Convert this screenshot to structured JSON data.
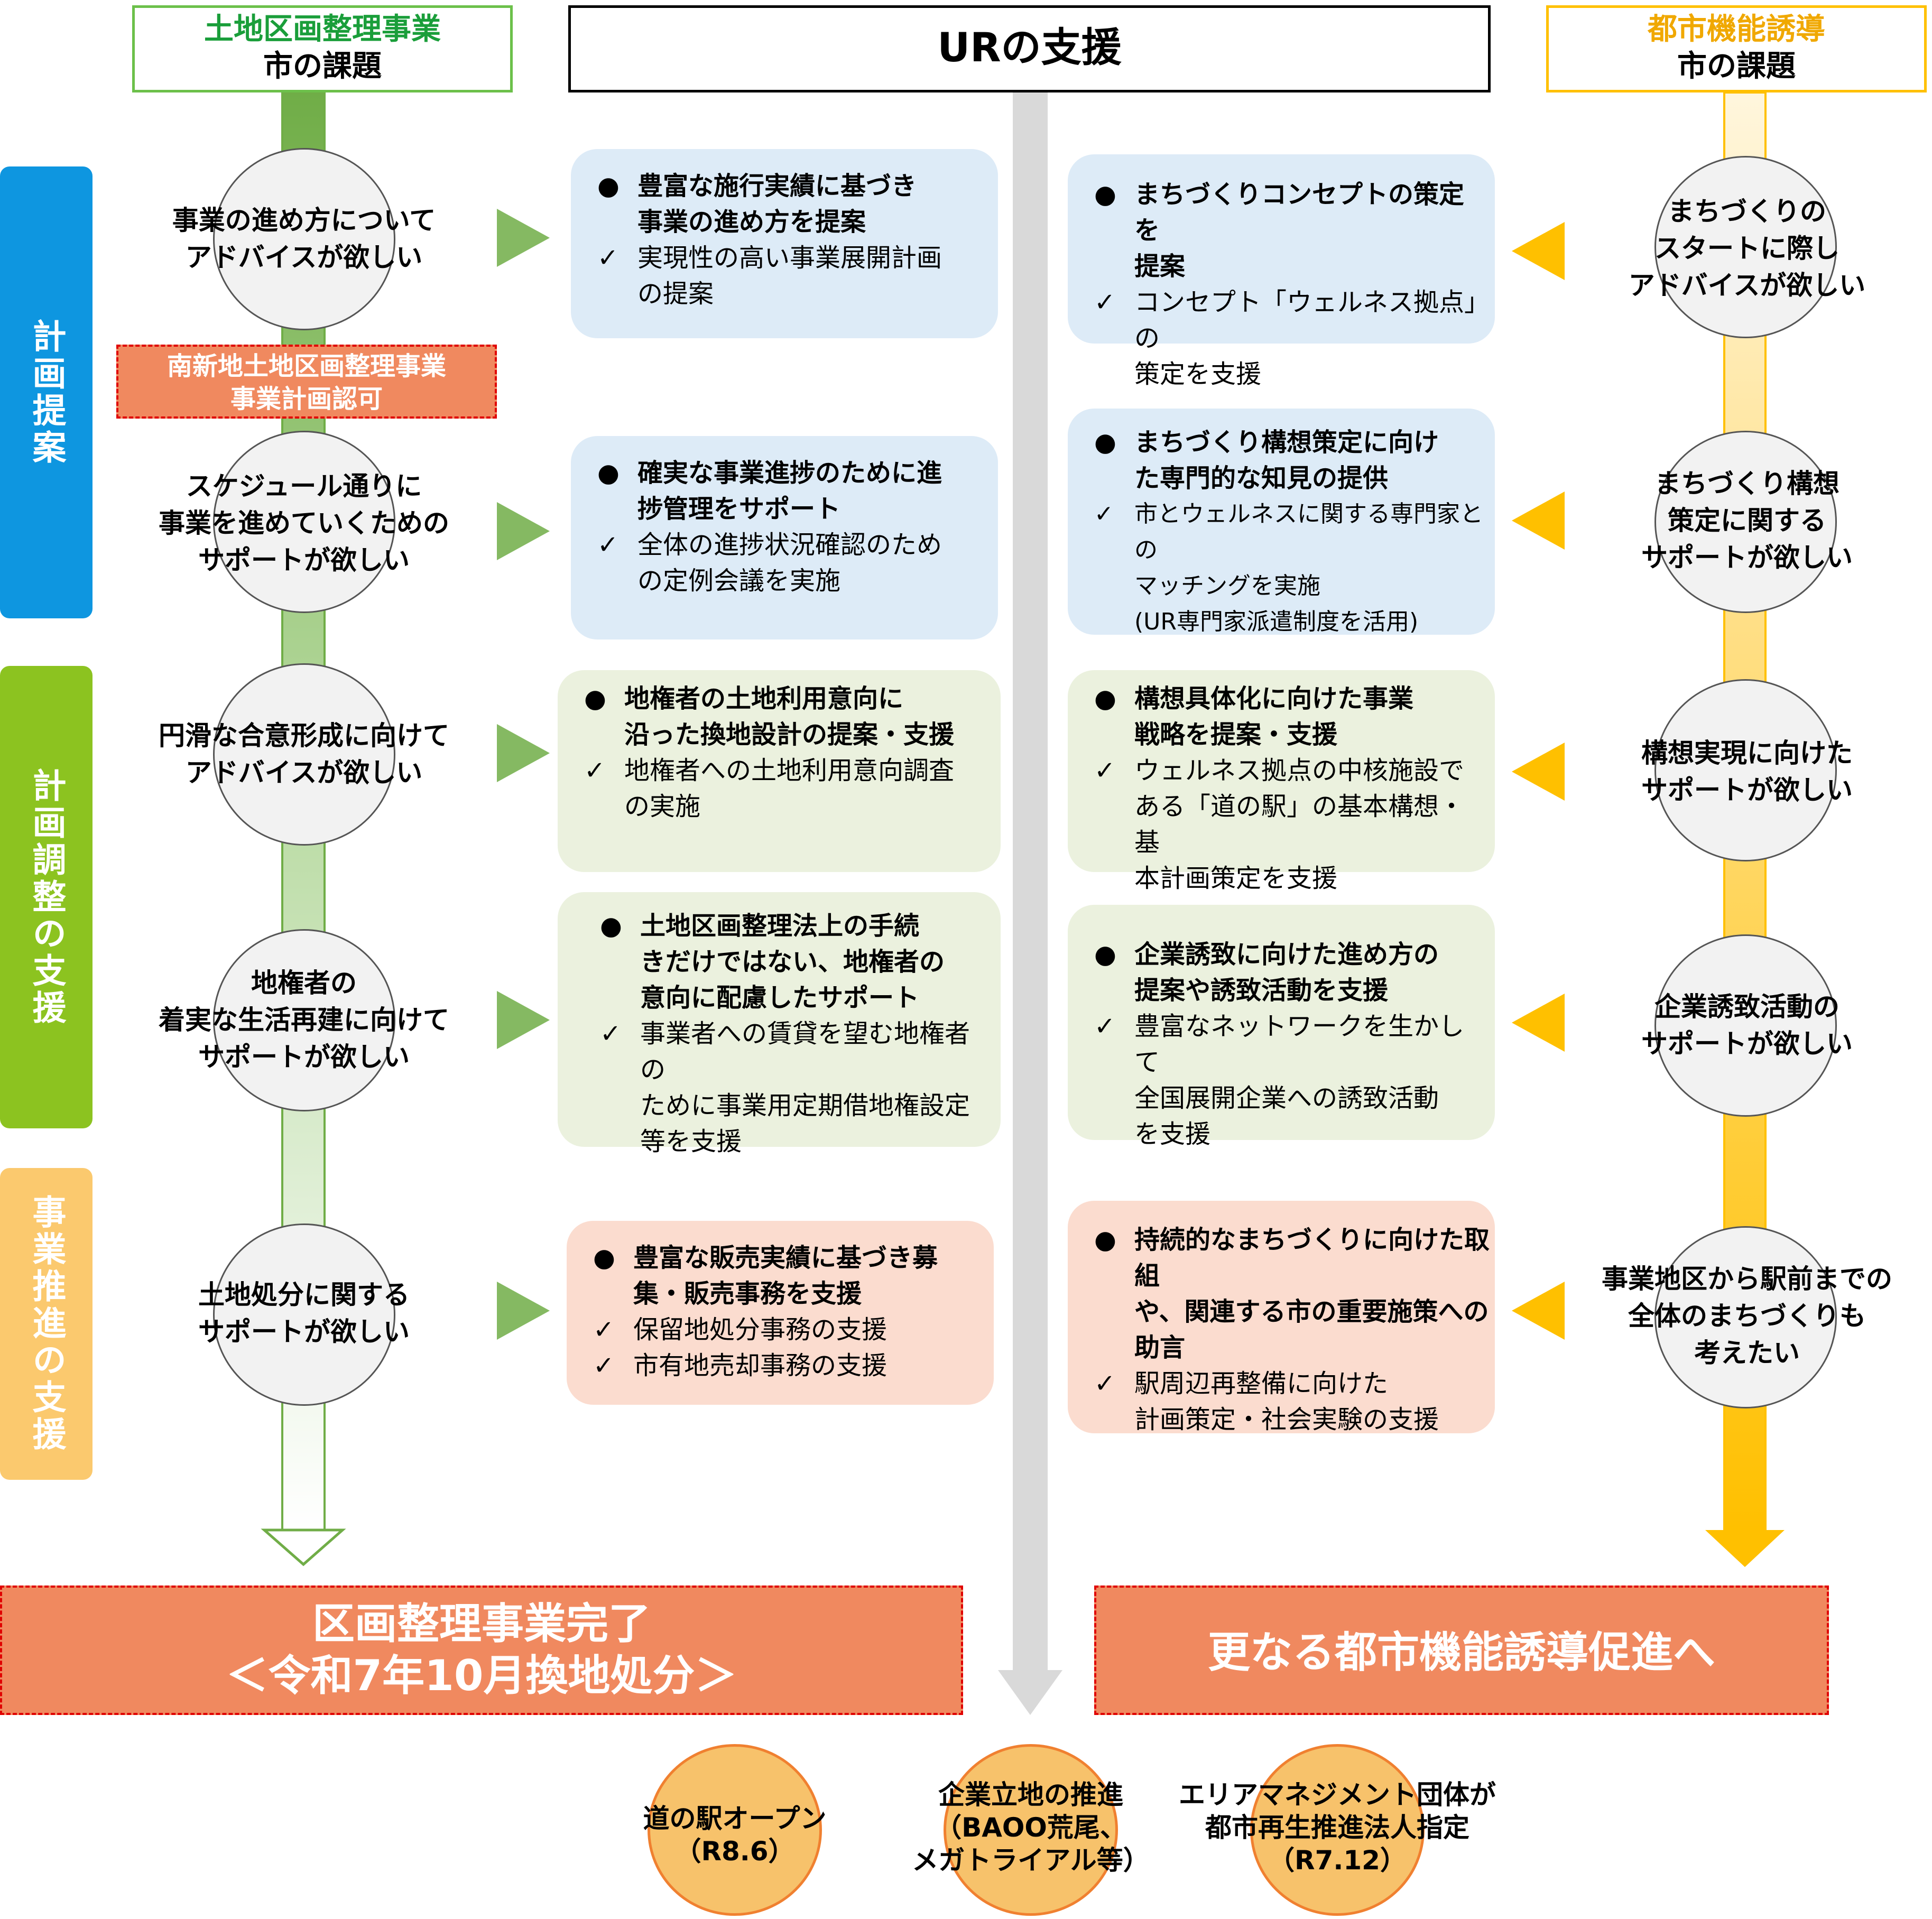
{
  "headers": {
    "left_line1": "土地区画整理事業",
    "left_line2": "市の課題",
    "center": "URの支援",
    "right_line1": "都市機能誘導",
    "right_line2": "市の課題"
  },
  "phases": [
    "計画提案",
    "計画調整の支援",
    "事業推進の支援"
  ],
  "left_note": {
    "line1": "南新地土地区画整理事業",
    "line2": "事業計画認可"
  },
  "left_circles": [
    "事業の進め方について\nアドバイスが欲しい",
    "スケジュール通りに\n事業を進めていくための\nサポートが欲しい",
    "円滑な合意形成に向けて\nアドバイスが欲しい",
    "地権者の\n着実な生活再建に向けて\nサポートが欲しい",
    "土地処分に関する\nサポートが欲しい"
  ],
  "right_circles": [
    "まちづくりの\nスタートに際し\nアドバイスが欲しい",
    "まちづくり構想\n策定に関する\nサポートが欲しい",
    "構想実現に向けた\nサポートが欲しい",
    "企業誘致活動の\nサポートが欲しい",
    "事業地区から駅前までの\n全体のまちづくりも\n考えたい"
  ],
  "left_boxes": [
    {
      "main": "豊富な施行実績に基づき\n事業の進め方を提案",
      "subs": [
        "実現性の高い事業展開計画\nの提案"
      ]
    },
    {
      "main": "確実な事業進捗のために進\n捗管理をサポート",
      "subs": [
        "全体の進捗状況確認のため\nの定例会議を実施"
      ]
    },
    {
      "main": "地権者の土地利用意向に\n沿った換地設計の提案・支援",
      "subs": [
        "地権者への土地利用意向調査\nの実施"
      ]
    },
    {
      "main": "土地区画整理法上の手続\nきだけではない、地権者の\n意向に配慮したサポート",
      "subs": [
        "事業者への賃貸を望む地権者の\nために事業用定期借地権設定\n等を支援"
      ]
    },
    {
      "main": "豊富な販売実績に基づき募\n集・販売事務を支援",
      "subs": [
        "保留地処分事務の支援",
        "市有地売却事務の支援"
      ]
    }
  ],
  "right_boxes": [
    {
      "main": "まちづくりコンセプトの策定を\n提案",
      "subs": [
        "コンセプト「ウェルネス拠点」の\n策定を支援"
      ]
    },
    {
      "main": "まちづくり構想策定に向け\nた専門的な知見の提供",
      "subs": [
        "市とウェルネスに関する専門家との\nマッチングを実施\n(UR専門家派遣制度を活用)"
      ]
    },
    {
      "main": "構想具体化に向けた事業\n戦略を提案・支援",
      "subs": [
        "ウェルネス拠点の中核施設で\nある「道の駅」の基本構想・基\n本計画策定を支援"
      ]
    },
    {
      "main": "企業誘致に向けた進め方の\n提案や誘致活動を支援",
      "subs": [
        "豊富なネットワークを生かして\n全国展開企業への誘致活動\nを支援"
      ]
    },
    {
      "main": "持続的なまちづくりに向けた取組\nや、関連する市の重要施策への\n助言",
      "subs": [
        "駅周辺再整備に向けた\n計画策定・社会実験の支援"
      ]
    }
  ],
  "bullets": {
    "main": "●",
    "sub": "✓"
  },
  "outcomes": {
    "left_line1": "区画整理事業完了",
    "left_line2": "＜令和7年10月換地処分＞",
    "right": "更なる都市機能誘導促進へ"
  },
  "milestones": [
    "道の駅オープン\n（R8.6）",
    "企業立地の推進\n（BAOO荒尾、\nメガトライアル等）",
    "エリアマネジメント団体が\n都市再生推進法人指定\n（R7.12）"
  ],
  "colors": {
    "phase_plan": "#0e96e0",
    "phase_adjust": "#8cc320",
    "phase_promote": "#fbc96e",
    "green_arrow": "#70ad47",
    "orange_arrow": "#ffc000",
    "box_blue": "#ddebf7",
    "box_green": "#ebf1de",
    "box_pink": "#fbdccf",
    "outcome_fill": "#f0895f",
    "outcome_border": "#e00000"
  }
}
